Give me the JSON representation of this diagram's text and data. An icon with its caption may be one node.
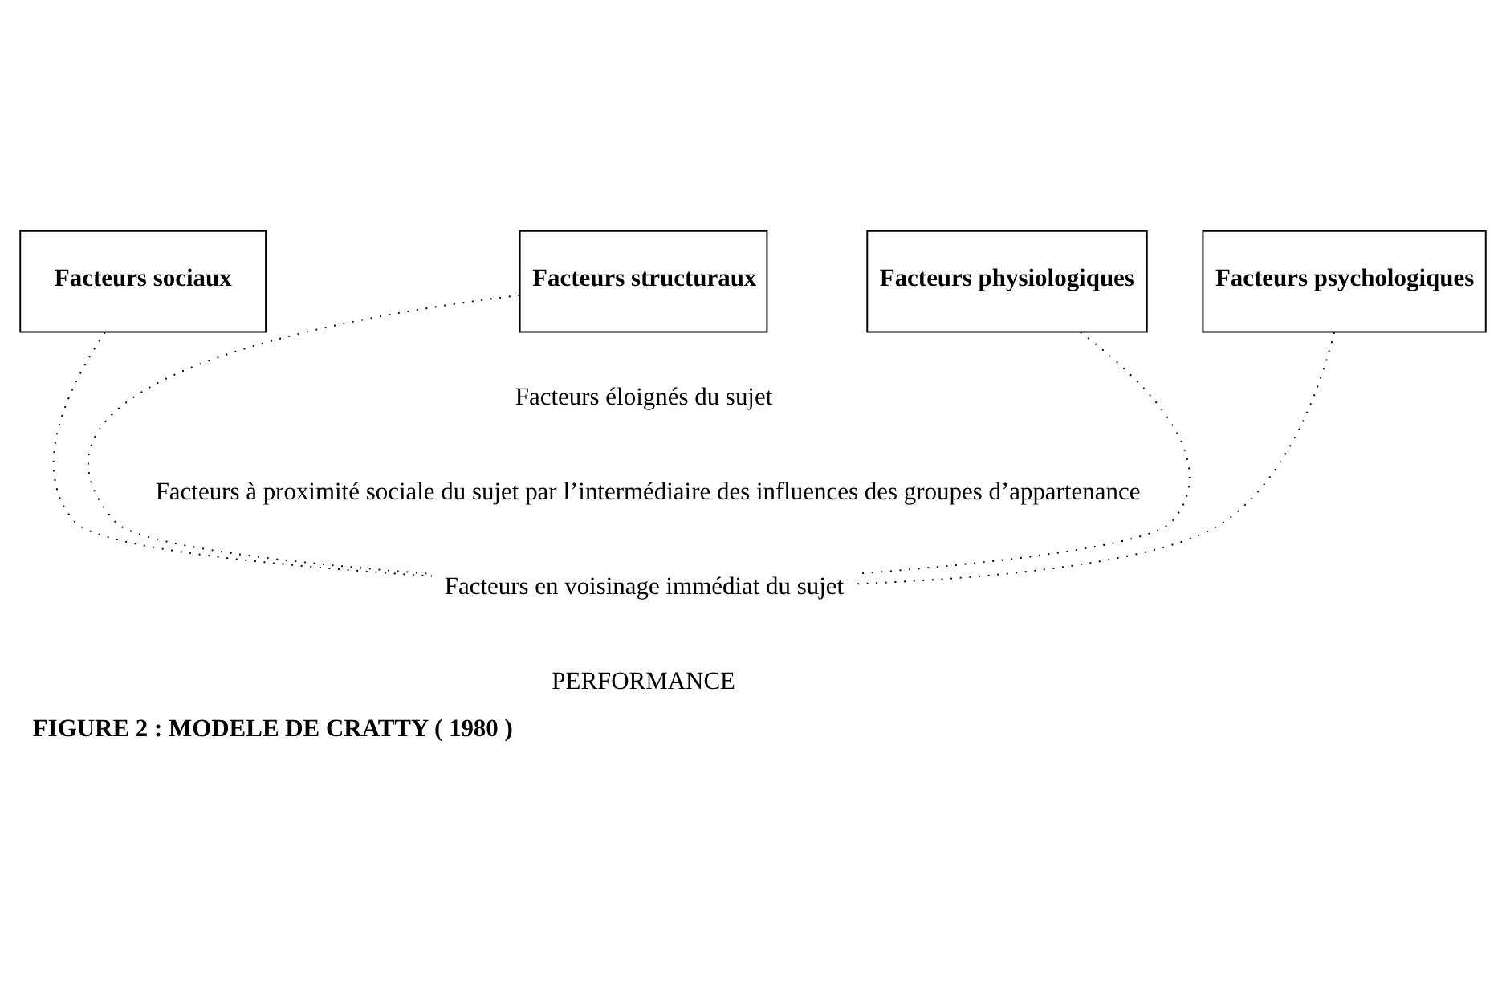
{
  "diagram": {
    "caption": "FIGURE 2 : MODELE DE CRATTY ( 1980 )",
    "nodes": [
      {
        "text": [
          "Facteurs sociaux"
        ]
      },
      {
        "text": [
          "Facteurs structuraux"
        ]
      },
      {
        "text": [
          "Facteurs physiologiques"
        ]
      },
      {
        "text": [
          "Facteurs psychologiques"
        ]
      },
      {
        "text": [
          "Facteurs en voisinage immédiat du sujet"
        ]
      }
    ],
    "edges": [
      {
        "from": 0,
        "to": 4,
        "arrow": "none",
        "style": "dashed"
      },
      {
        "from": 1,
        "to": 4,
        "arrow": "none",
        "style": "dashed"
      },
      {
        "from": 2,
        "to": 4,
        "arrow": "none",
        "style": "dashed"
      },
      {
        "from": 3,
        "to": 4,
        "arrow": "none",
        "style": "dashed"
      }
    ],
    "labels": [
      "Facteurs éloignés du sujet",
      "Facteurs à proximité sociale du sujet par l’intermédiaire des influences des groupes d’appartenance",
      "PERFORMANCE"
    ]
  }
}
